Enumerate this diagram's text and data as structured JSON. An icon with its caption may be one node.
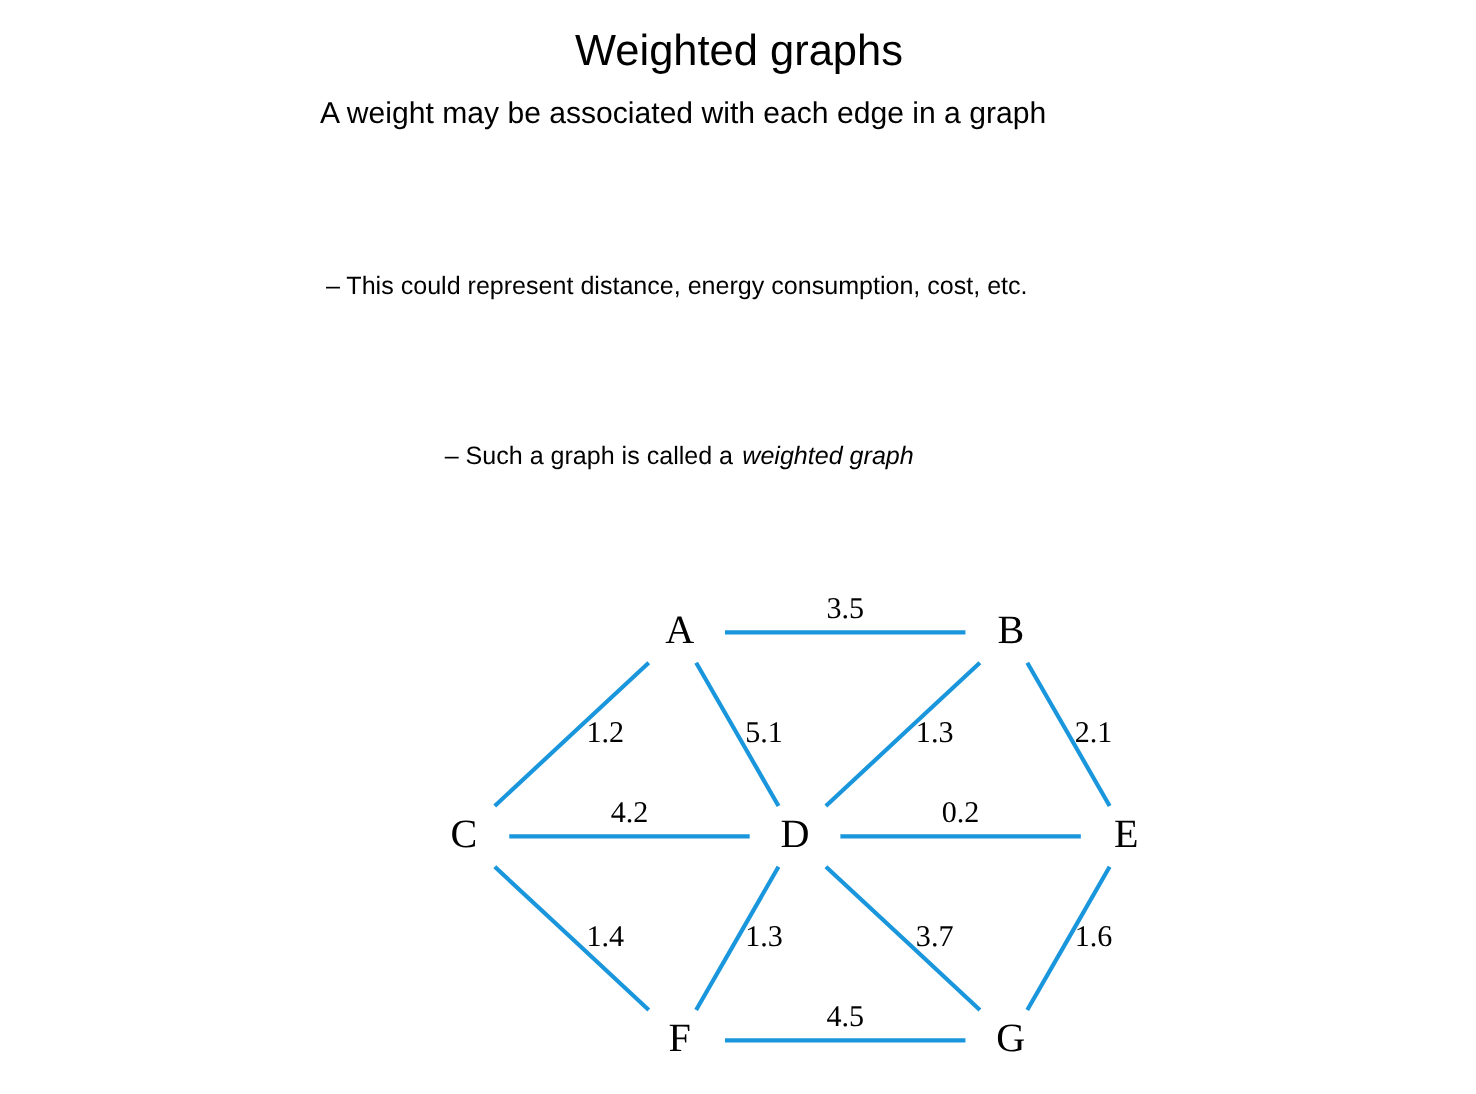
{
  "diagram": {
    "title": "Weighted graphs",
    "nodes": [
      {
        "text": [
          "A"
        ]
      },
      {
        "text": [
          "B"
        ]
      },
      {
        "text": [
          "C"
        ]
      },
      {
        "text": [
          "D"
        ]
      },
      {
        "text": [
          "E"
        ]
      },
      {
        "text": [
          "F"
        ]
      },
      {
        "text": [
          "G"
        ]
      }
    ],
    "edges": [
      {
        "from": 0,
        "to": 1,
        "arrow": "none",
        "label": "3.5"
      },
      {
        "from": 0,
        "to": 2,
        "arrow": "none",
        "label": "1.2"
      },
      {
        "from": 0,
        "to": 3,
        "arrow": "none",
        "label": "5.1"
      },
      {
        "from": 1,
        "to": 3,
        "arrow": "none",
        "label": "1.3"
      },
      {
        "from": 1,
        "to": 4,
        "arrow": "none",
        "label": "2.1"
      },
      {
        "from": 2,
        "to": 3,
        "arrow": "none",
        "label": "4.2"
      },
      {
        "from": 3,
        "to": 4,
        "arrow": "none",
        "label": "0.2"
      },
      {
        "from": 2,
        "to": 5,
        "arrow": "none",
        "label": "1.4"
      },
      {
        "from": 3,
        "to": 5,
        "arrow": "none",
        "label": "1.3"
      },
      {
        "from": 3,
        "to": 6,
        "arrow": "none",
        "label": "3.7"
      },
      {
        "from": 4,
        "to": 6,
        "arrow": "none",
        "label": "1.6"
      },
      {
        "from": 5,
        "to": 6,
        "arrow": "none",
        "label": "4.5"
      }
    ],
    "labels": [
      "A weight may be associated with each edge in a graph",
      "– This could represent distance, energy consumption, cost, etc.",
      "– Such a graph is called a *weighted graph*"
    ]
  }
}
